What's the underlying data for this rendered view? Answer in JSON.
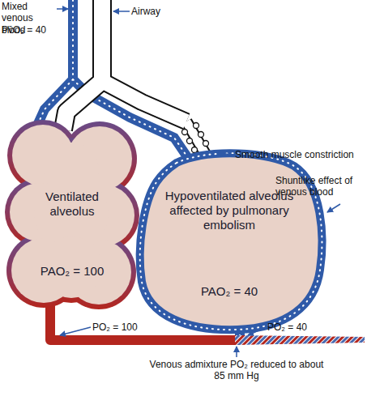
{
  "diagram": {
    "nodes": [
      {
        "text": [
          "Ventilated alveolus",
          "PAO₂ = 100"
        ]
      },
      {
        "text": [
          "Hypoventilated alveolus affected by pulmonary embolism",
          "PAO₂ = 40"
        ]
      }
    ],
    "labels": [
      "Mixed venous blood",
      "Pv̄O₂ = 40",
      "Airway",
      "Smooth muscle constriction",
      "Shuntlike effect of venous blood",
      "PO₂ = 100",
      "PO₂ = 40",
      "Venous admixture PO₂ reduced to about 85 mm Hg"
    ]
  }
}
